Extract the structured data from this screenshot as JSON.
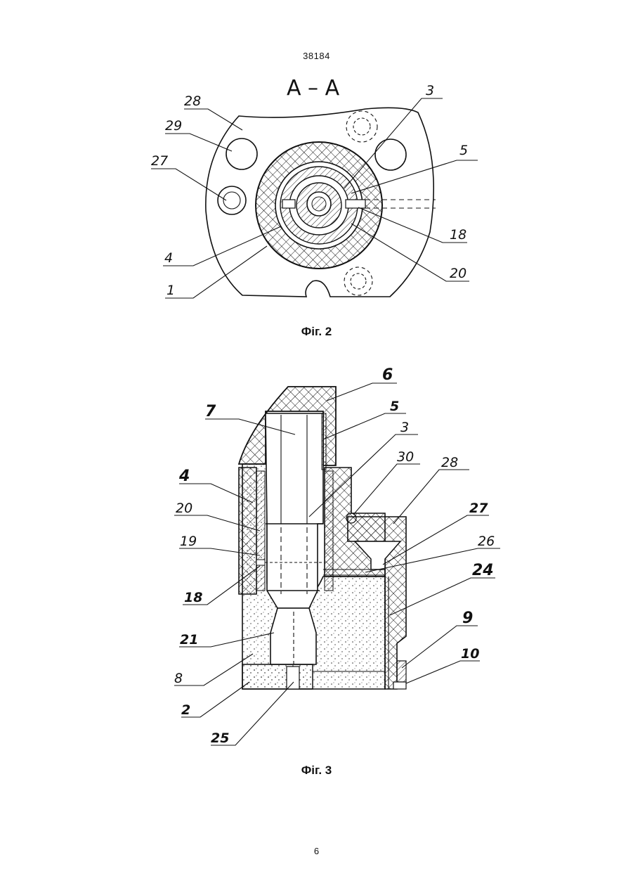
{
  "header": {
    "patent_number": "38184"
  },
  "figure2": {
    "section_label": "A – A",
    "caption": "Фіг. 2",
    "callouts": [
      "28",
      "29",
      "27",
      "4",
      "1",
      "3",
      "5",
      "18",
      "20"
    ]
  },
  "figure3": {
    "caption": "Фіг. 3",
    "callouts": [
      "6",
      "7",
      "5",
      "3",
      "30",
      "28",
      "4",
      "20",
      "19",
      "18",
      "27",
      "26",
      "24",
      "21",
      "9",
      "10",
      "8",
      "2",
      "25"
    ]
  },
  "footer": {
    "page_number": "6"
  }
}
